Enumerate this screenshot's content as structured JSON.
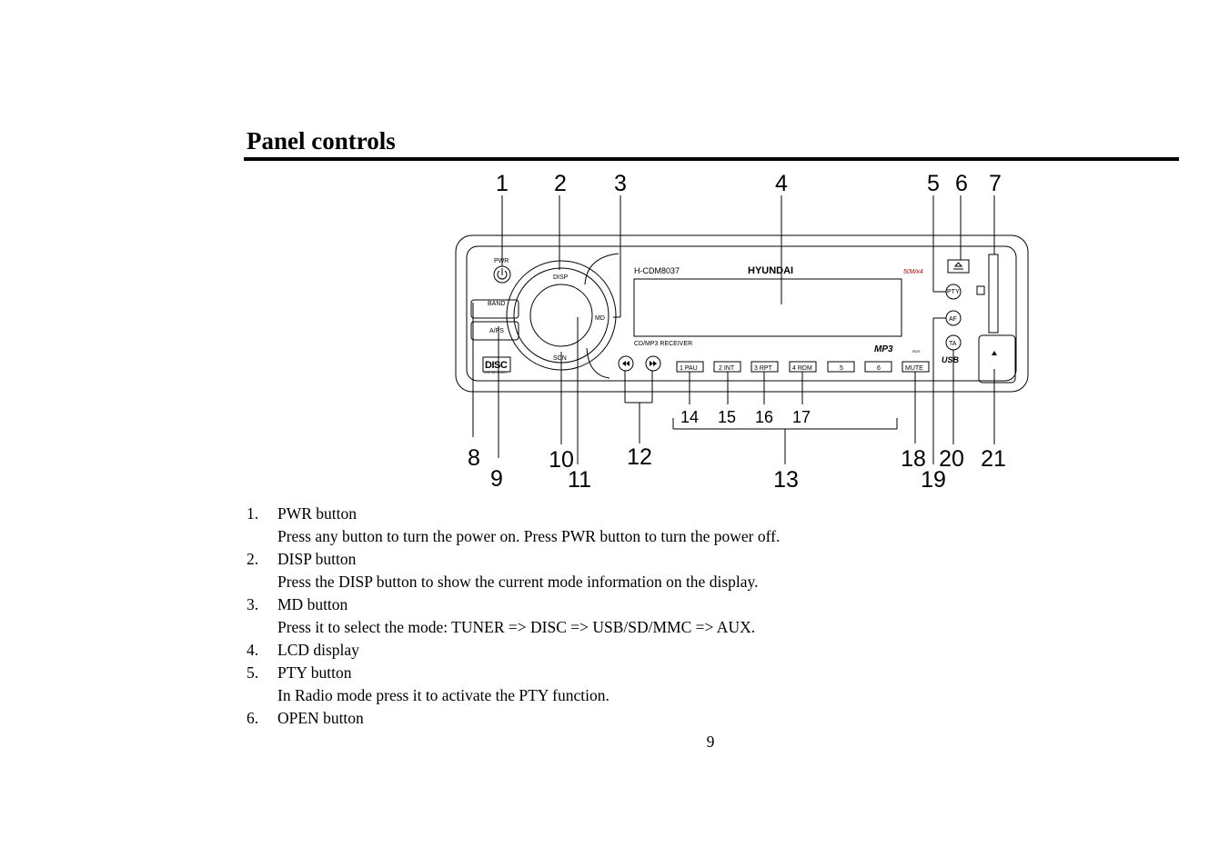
{
  "page": {
    "title": "Panel controls",
    "page_number": "9"
  },
  "diagram": {
    "callouts": [
      "1",
      "2",
      "3",
      "4",
      "5",
      "6",
      "7",
      "8",
      "9",
      "10",
      "11",
      "12",
      "13",
      "14",
      "15",
      "16",
      "17",
      "18",
      "19",
      "20",
      "21"
    ],
    "labels": {
      "pwr": "PWR",
      "disp": "DISP",
      "band": "BAND",
      "aps": "A/PS",
      "md": "MD",
      "scn": "SCN",
      "model": "H-CDM8037",
      "brand": "HYUNDAI",
      "power_rating": "50Wx4",
      "receiver": "CD/MP3 RECEIVER",
      "mp3": "MP3",
      "usb": "USB",
      "rds": "RDS",
      "pty": "PTY",
      "af": "AF",
      "ta": "TA",
      "disc_logo": "DISC",
      "digital_audio": "DIGITAL AUDIO",
      "preset_1": "1 PAU",
      "preset_2": "2 INT",
      "preset_3": "3 RPT",
      "preset_4": "4 RDM",
      "preset_5": "5",
      "preset_6": "6",
      "mute": "MUTE"
    }
  },
  "items": [
    {
      "number": "1.",
      "name": "PWR button",
      "description": "Press any button to turn the power on. Press PWR button to turn the power off."
    },
    {
      "number": "2.",
      "name": "DISP button",
      "description": "Press the DISP button to show the current mode information on the display."
    },
    {
      "number": "3.",
      "name": "MD button",
      "description": "Press it to select the mode: TUNER => DISC => USB/SD/MMC => AUX."
    },
    {
      "number": "4.",
      "name": "LCD display"
    },
    {
      "number": "5.",
      "name": "PTY button",
      "description": "In Radio mode press it to activate the PTY function."
    },
    {
      "number": "6.",
      "name": "OPEN button"
    }
  ]
}
